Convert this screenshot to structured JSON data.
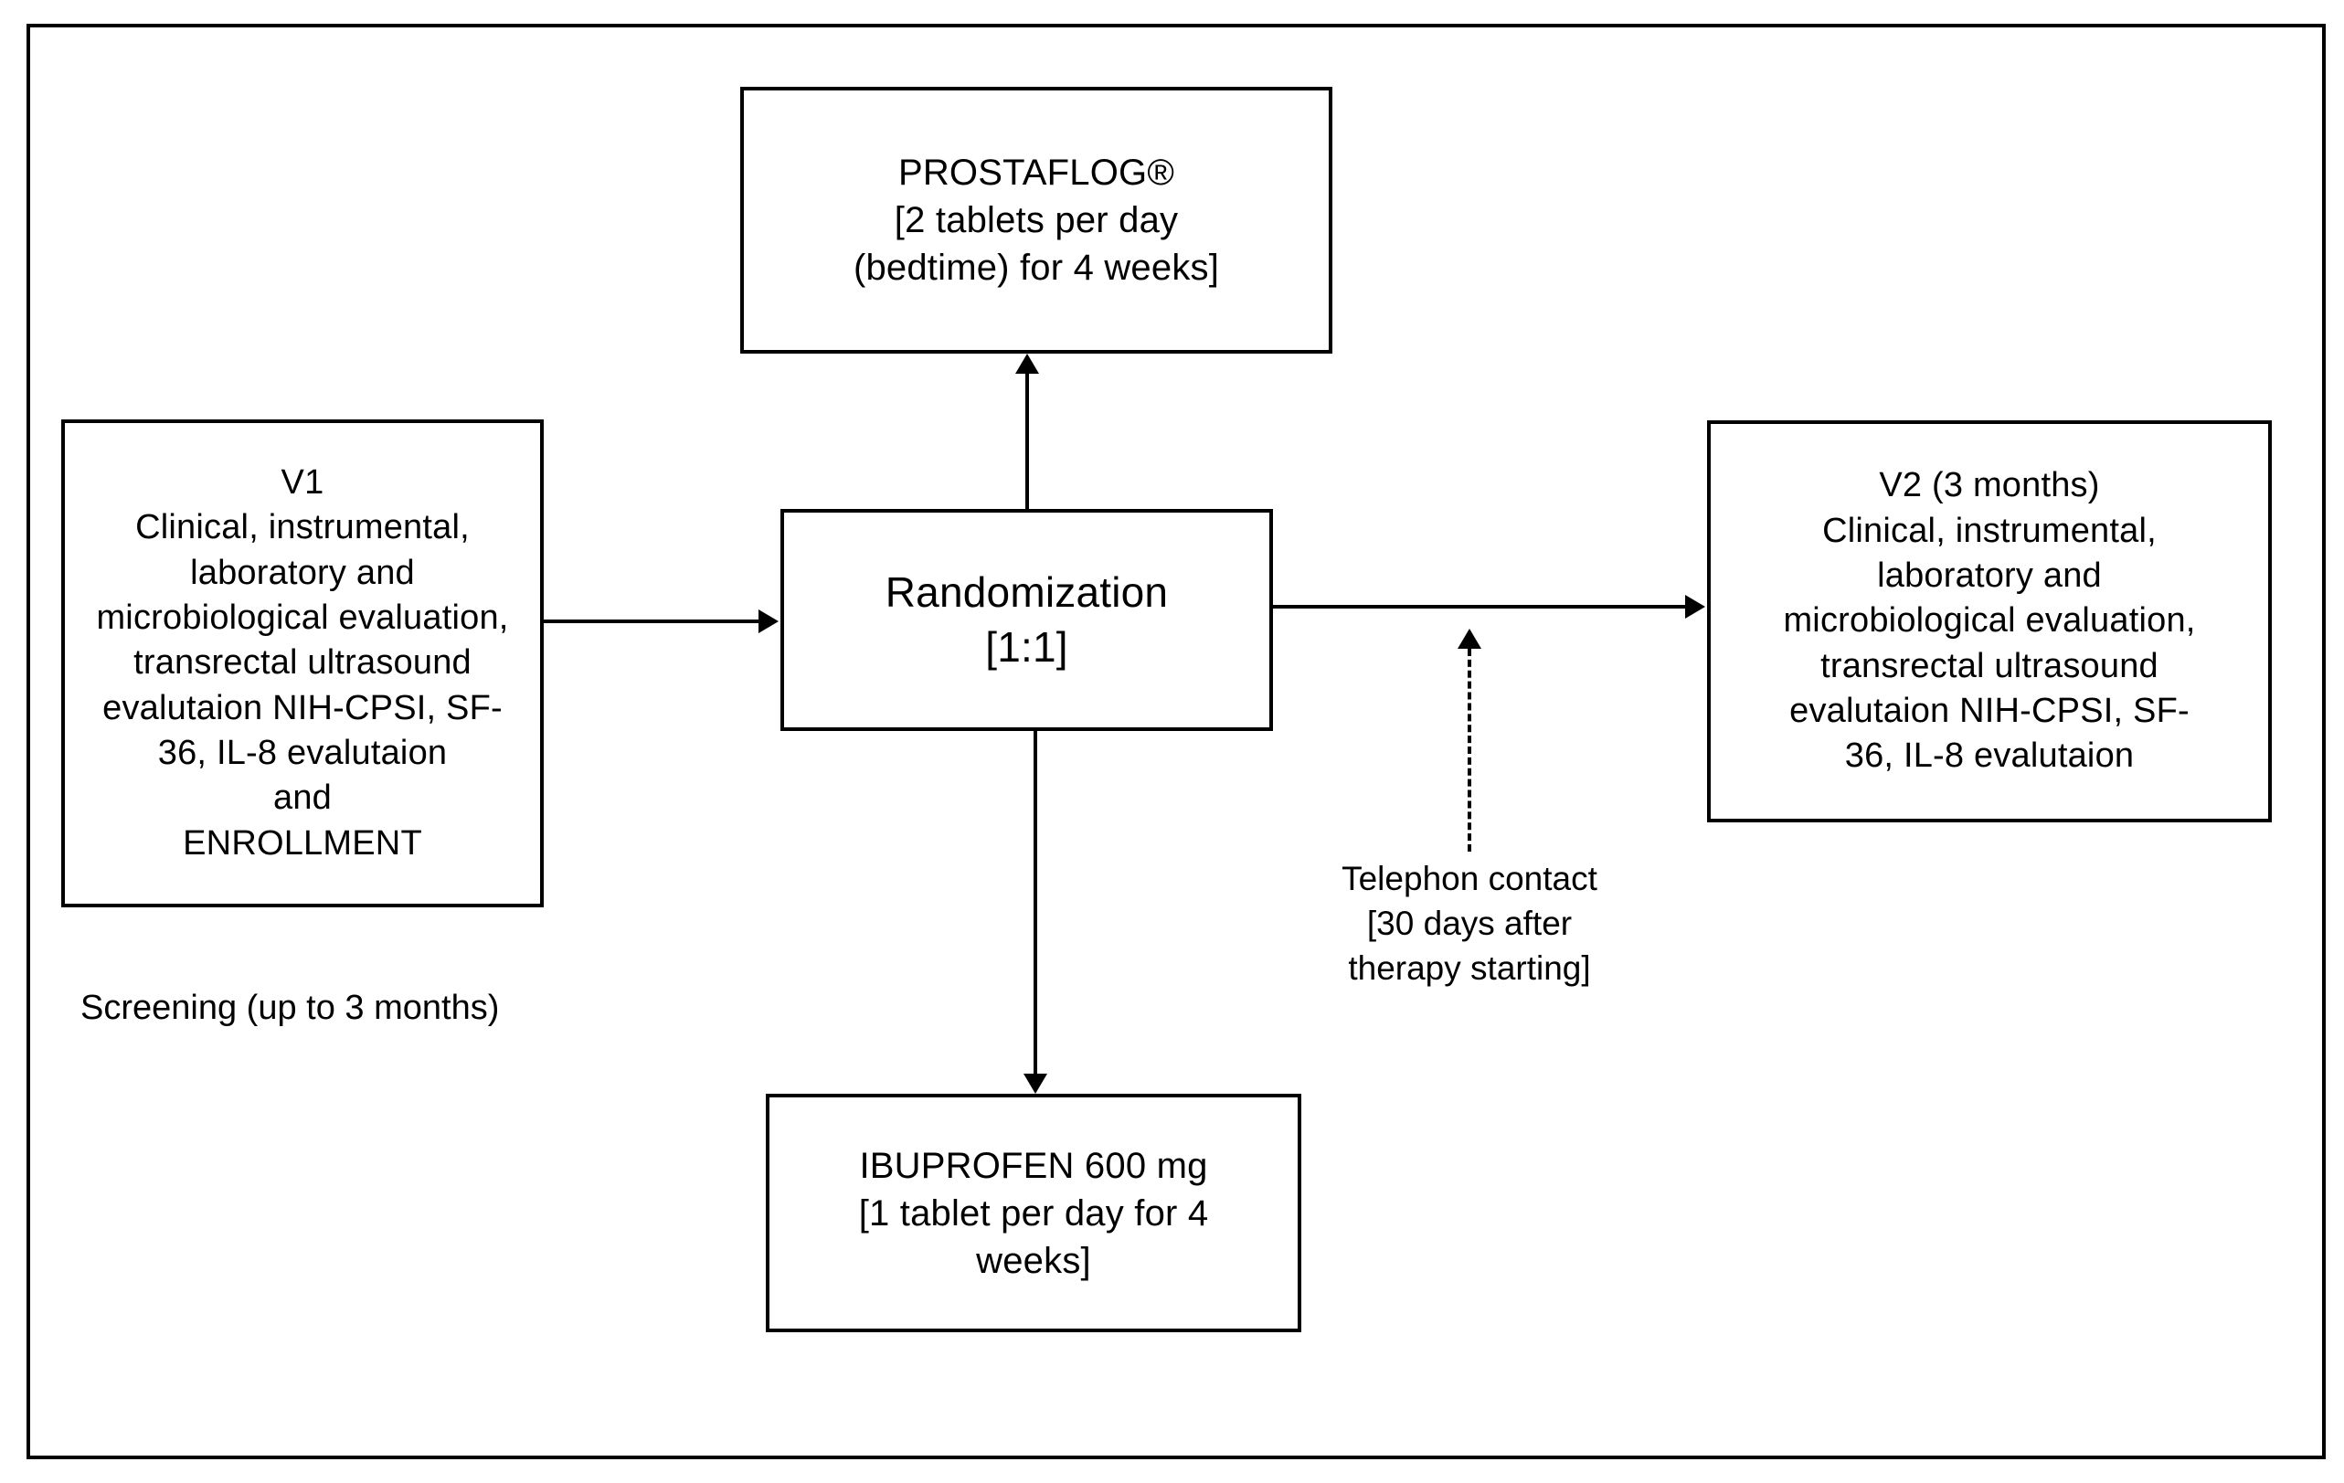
{
  "figure": {
    "type": "study-flow-diagram",
    "border_color": "#000000",
    "background_color": "#ffffff"
  },
  "nodes": {
    "prostaflog": {
      "label": "PROSTAFLOG®\n[2 tablets per day\n(bedtime) for 4 weeks]"
    },
    "v1": {
      "label": "V1\nClinical, instrumental,\nlaboratory and\nmicrobiological evaluation,\ntransrectal ultrasound\nevalutaion NIH-CPSI,  SF-\n36, IL-8 evalutaion\nand\nENROLLMENT"
    },
    "randomization": {
      "label": "Randomization\n[1:1]"
    },
    "v2": {
      "label": "V2 (3 months)\nClinical, instrumental,\nlaboratory and\nmicrobiological evaluation,\ntransrectal ultrasound\nevalutaion NIH-CPSI,  SF-\n36, IL-8 evalutaion"
    },
    "ibuprofen": {
      "label": "IBUPROFEN 600 mg\n[1 tablet per day for 4\nweeks]"
    }
  },
  "labels": {
    "screening": "Screening (up to 3 months)",
    "telephone_contact": "Telephon contact\n[30 days after\ntherapy starting]"
  },
  "connectors": [
    {
      "name": "v1-to-randomization",
      "style": "solid",
      "direction": "right"
    },
    {
      "name": "randomization-to-prostaflog",
      "style": "solid",
      "direction": "up"
    },
    {
      "name": "randomization-to-ibuprofen",
      "style": "solid",
      "direction": "down"
    },
    {
      "name": "randomization-to-v2",
      "style": "solid",
      "direction": "right"
    },
    {
      "name": "telephone-contact-to-timeline",
      "style": "dashed",
      "direction": "up"
    }
  ]
}
